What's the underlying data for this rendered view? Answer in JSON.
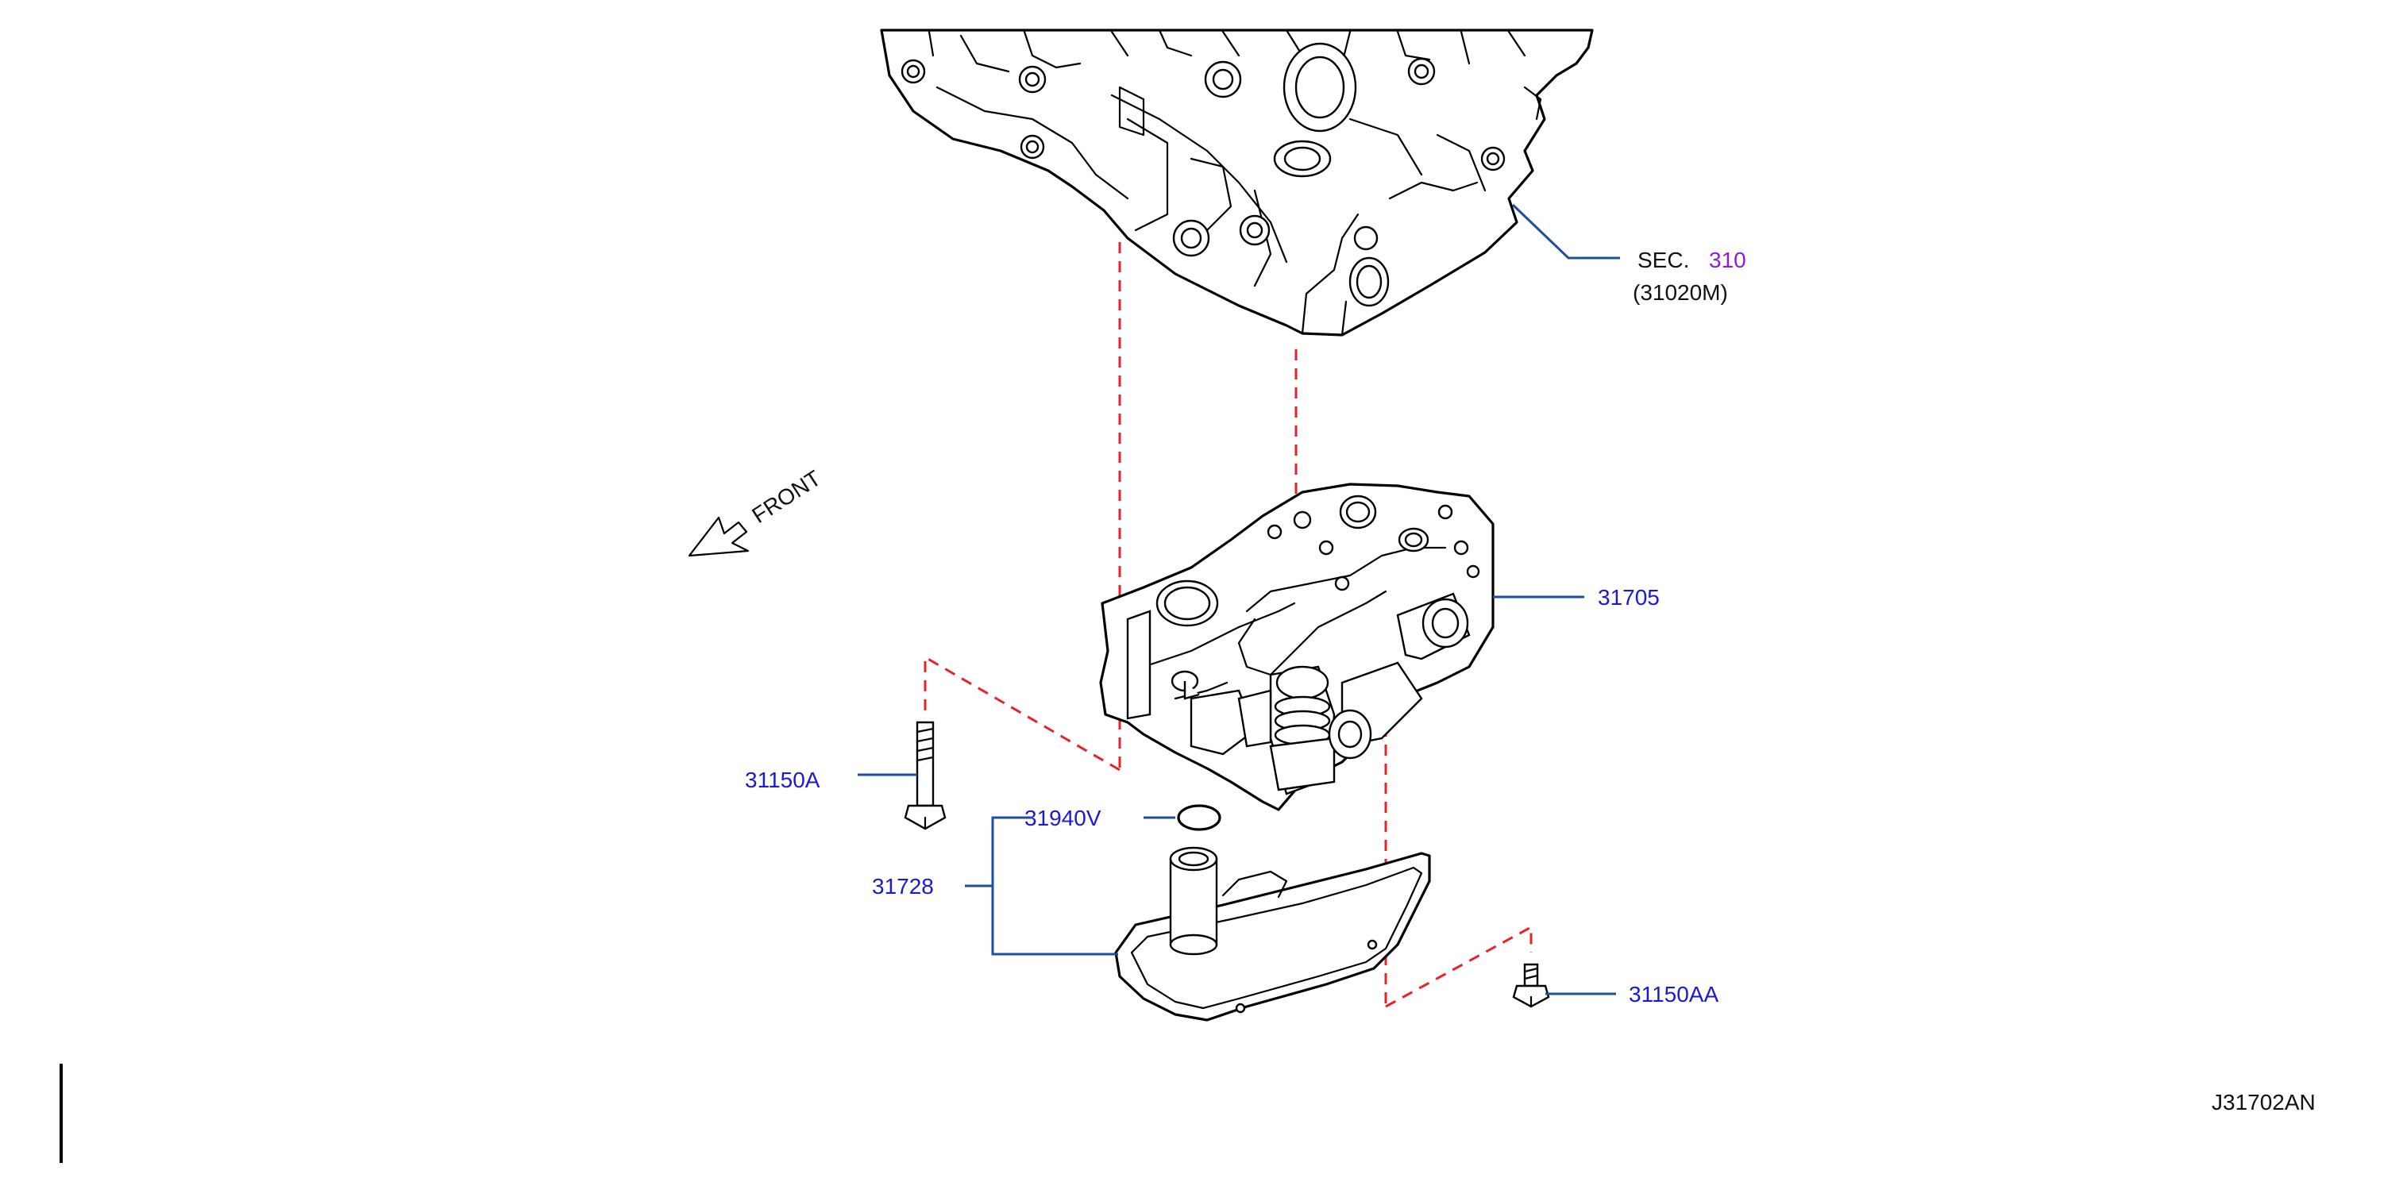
{
  "diagram": {
    "section_prefix": "SEC.",
    "section_number": "310",
    "section_part": "(31020M)",
    "front_label": "FRONT",
    "drawing_id": "J31702AN",
    "parts": [
      {
        "id": "control-valve",
        "label": "31705"
      },
      {
        "id": "bolt-a",
        "label": "31150A"
      },
      {
        "id": "o-ring",
        "label": "31940V"
      },
      {
        "id": "oil-strainer",
        "label": "31728"
      },
      {
        "id": "bolt-aa",
        "label": "31150AA"
      }
    ],
    "colors": {
      "part_label": "#1a1ad6",
      "section_number": "#8a1ee0",
      "leader_line": "#1c4fa0",
      "alignment_dash": "#e8222a",
      "outline": "#000000"
    },
    "icons": [
      "front-arrow-icon"
    ]
  }
}
